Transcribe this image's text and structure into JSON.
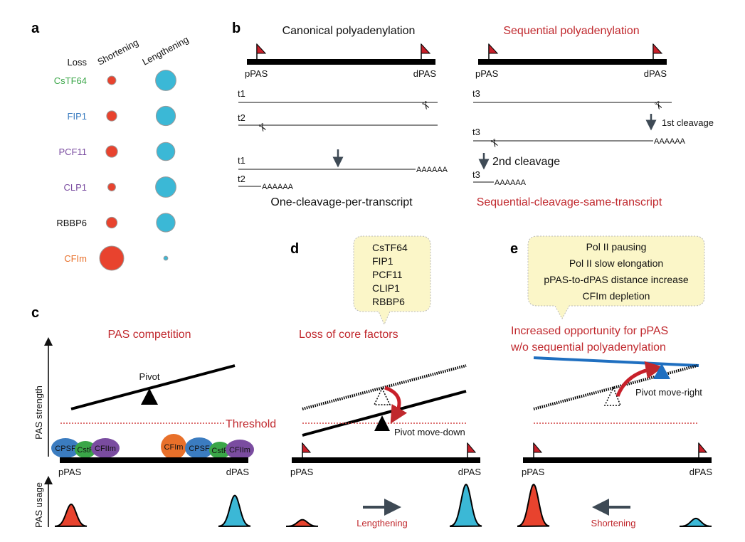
{
  "colors": {
    "red_text": "#c0282d",
    "peak_red": "#e8432e",
    "peak_blue": "#3bb8d6",
    "bubble_fill": "#fbf6c8",
    "seesaw_blue": "#1f6fc0",
    "green": "#3aa648",
    "blue": "#3b7cc0",
    "purple": "#7a4ca0",
    "orange": "#e8702a"
  },
  "panel_a": {
    "label": "a",
    "header_loss": "Loss",
    "header_shortening": "Shortening",
    "header_lengthening": "Lengthening",
    "rows": [
      {
        "name": "CsTF64",
        "color": "#3aa648",
        "shortening": 0.35,
        "lengthening": 0.9
      },
      {
        "name": "FIP1",
        "color": "#3b7cc0",
        "shortening": 0.42,
        "lengthening": 0.85
      },
      {
        "name": "PCF11",
        "color": "#7a4ca0",
        "shortening": 0.48,
        "lengthening": 0.8
      },
      {
        "name": "CLP1",
        "color": "#7a4ca0",
        "shortening": 0.32,
        "lengthening": 0.9
      },
      {
        "name": "RBBP6",
        "color": "#111111",
        "shortening": 0.45,
        "lengthening": 0.82
      },
      {
        "name": "CFIm",
        "color": "#e8702a",
        "shortening": 1.0,
        "lengthening": 0.18
      }
    ]
  },
  "panel_b": {
    "label": "b",
    "canonical": {
      "title": "Canonical polyadenylation",
      "ppas": "pPAS",
      "dpas": "dPAS",
      "t1": "t1",
      "t2": "t2",
      "t1b": "t1",
      "t2b": "t2",
      "polya": "AAAAAA",
      "caption": "One-cleavage-per-transcript"
    },
    "sequential": {
      "title": "Sequential polyadenylation",
      "ppas": "pPAS",
      "dpas": "dPAS",
      "t3a": "t3",
      "t3b": "t3",
      "t3c": "t3",
      "polya": "AAAAAA",
      "first": "1st cleavage",
      "second": "2nd cleavage",
      "caption": "Sequential-cleavage-same-transcript"
    }
  },
  "panel_c": {
    "label": "c",
    "title": "PAS competition",
    "y_axis": "PAS strength",
    "usage_axis": "PAS usage",
    "pivot": "Pivot",
    "threshold": "Threshold",
    "factors_left": [
      "CPSF",
      "CstF",
      "CFIIm"
    ],
    "factors_right": [
      "CFIm",
      "CPSF",
      "CstF",
      "CFIIm"
    ],
    "ppas": "pPAS",
    "dpas": "dPAS",
    "usage": {
      "ppas": 0.5,
      "dpas": 0.7
    }
  },
  "panel_d": {
    "label": "d",
    "bubble": [
      "CsTF64",
      "FIP1",
      "PCF11",
      "CLIP1",
      "RBBP6"
    ],
    "title": "Loss of core factors",
    "pivot": "Pivot move-down",
    "ppas": "pPAS",
    "dpas": "dPAS",
    "direction": "Lengthening",
    "usage": {
      "ppas": 0.15,
      "dpas": 0.95
    }
  },
  "panel_e": {
    "label": "e",
    "bubble": [
      "Pol II pausing",
      "Pol II slow elongation",
      "pPAS-to-dPAS distance increase",
      "CFIm depletion"
    ],
    "title_line1": "Increased opportunity for pPAS",
    "title_line2": "w/o sequential polyadenylation",
    "pivot": "Pivot move-right",
    "ppas": "pPAS",
    "dpas": "dPAS",
    "direction": "Shortening",
    "usage": {
      "ppas": 0.95,
      "dpas": 0.18
    }
  }
}
